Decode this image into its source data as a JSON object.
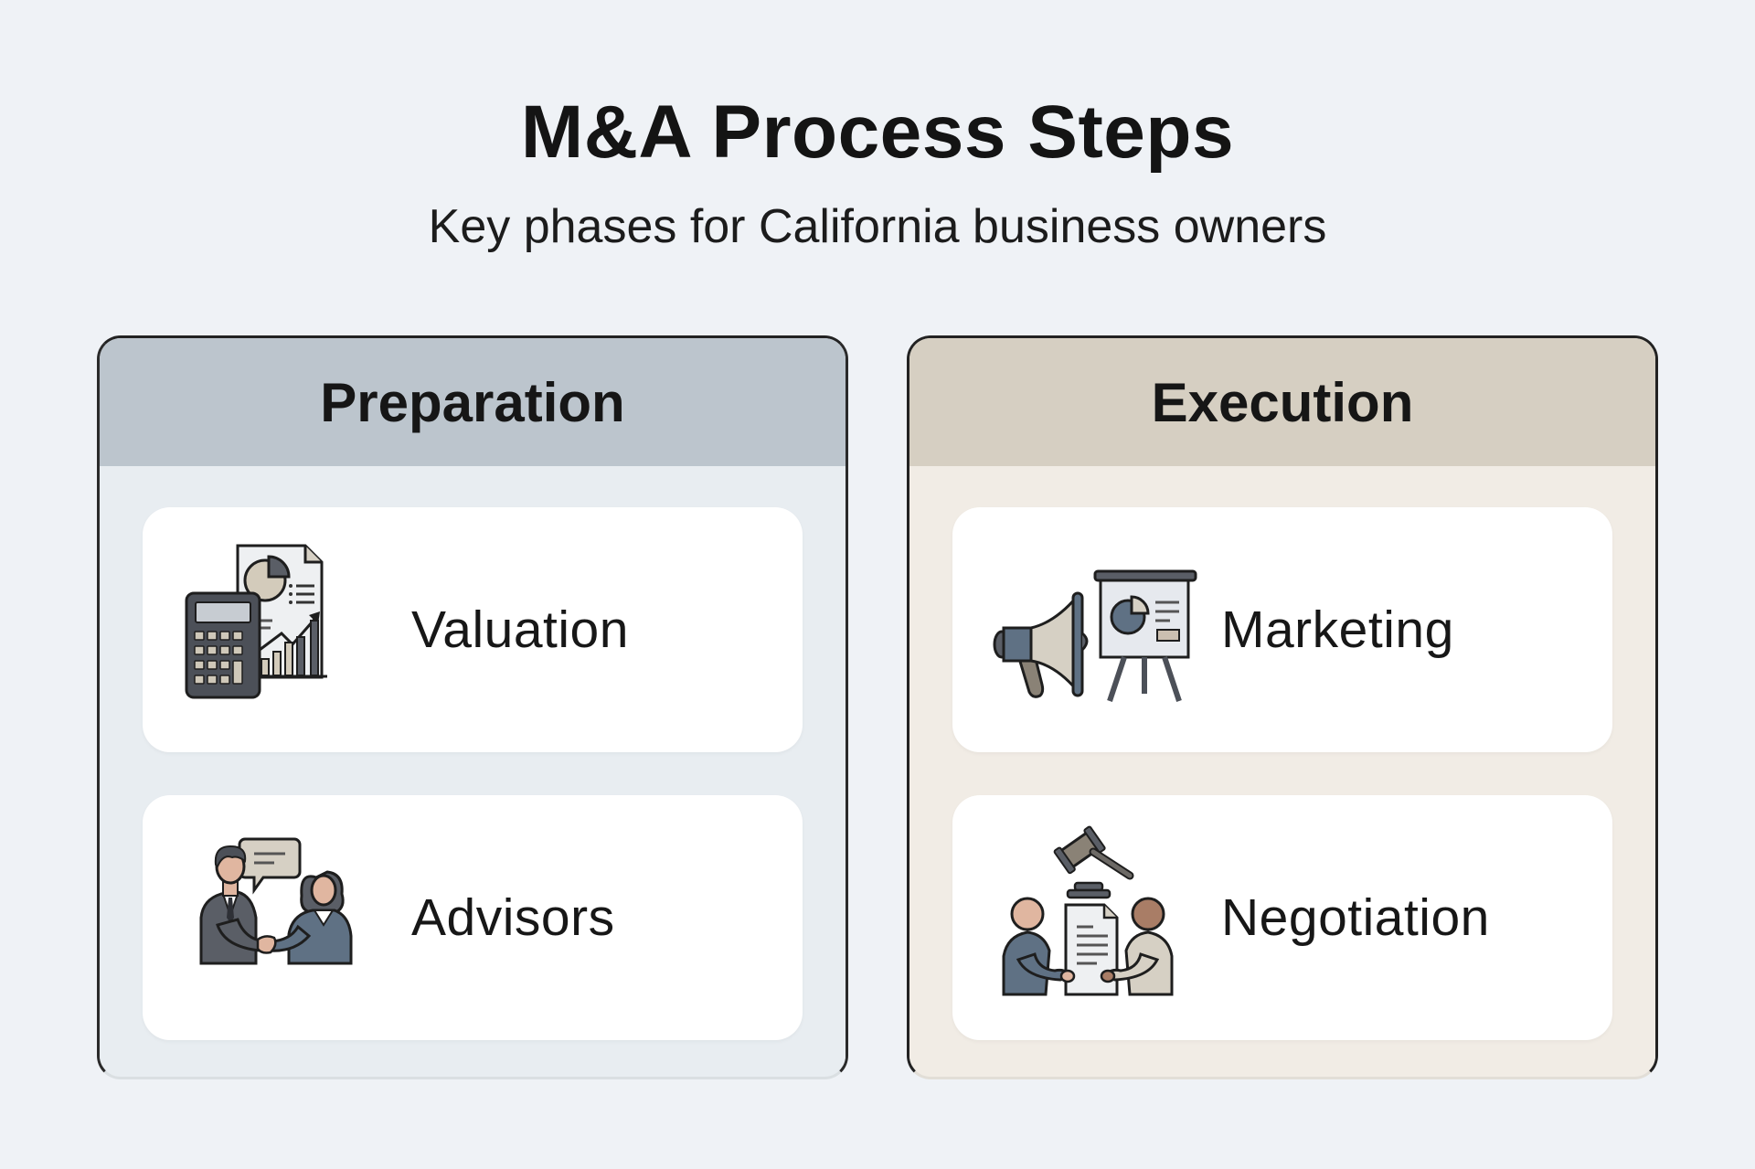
{
  "header": {
    "title": "M&A Process Steps",
    "subtitle": "Key phases for California business owners"
  },
  "phases": [
    {
      "title": "Preparation",
      "header_color": "#bcc5cd",
      "body_color": "#e8edf1",
      "steps": [
        {
          "label": "Valuation",
          "icon": "calculator-report-chart-icon"
        },
        {
          "label": "Advisors",
          "icon": "handshake-advisors-icon"
        }
      ]
    },
    {
      "title": "Execution",
      "header_color": "#d6cfc2",
      "body_color": "#f1ece5",
      "steps": [
        {
          "label": "Marketing",
          "icon": "megaphone-presentation-icon"
        },
        {
          "label": "Negotiation",
          "icon": "gavel-contract-negotiation-icon"
        }
      ]
    }
  ],
  "colors": {
    "background": "#eff2f6",
    "icon_dark": "#4c5058",
    "icon_slate": "#5f7184",
    "icon_beige": "#cfc6b6",
    "skin": "#d9a991",
    "outline": "#1e1e1e"
  }
}
